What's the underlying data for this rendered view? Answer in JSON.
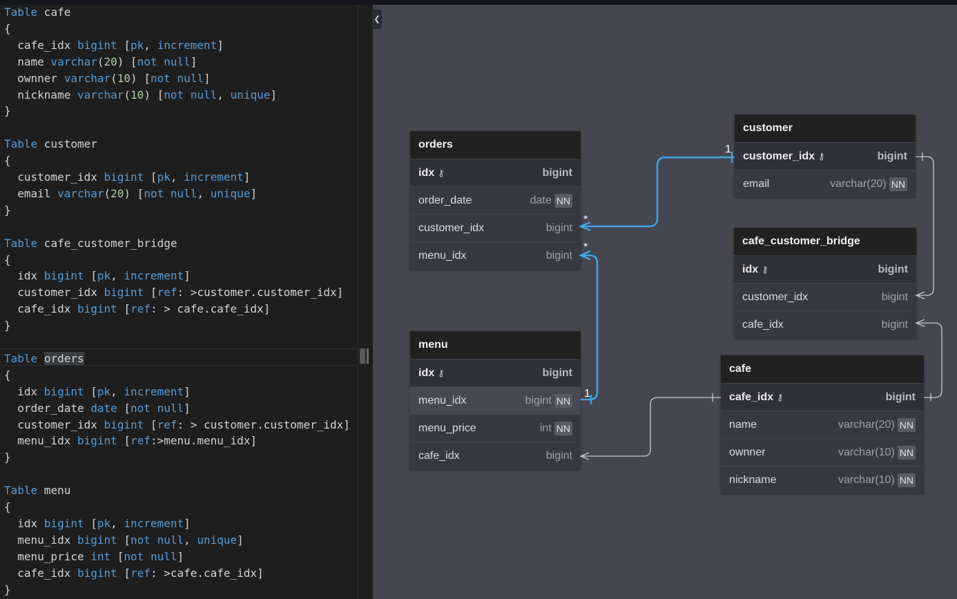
{
  "editor": {
    "lines": [
      [
        {
          "t": "Table",
          "c": "kw"
        },
        {
          "t": " cafe"
        }
      ],
      [
        {
          "t": "{"
        }
      ],
      [
        {
          "t": "  cafe_idx "
        },
        {
          "t": "bigint",
          "c": "kw"
        },
        {
          "t": " ["
        },
        {
          "t": "pk",
          "c": "kw"
        },
        {
          "t": ", "
        },
        {
          "t": "increment",
          "c": "kw"
        },
        {
          "t": "]"
        }
      ],
      [
        {
          "t": "  name "
        },
        {
          "t": "varchar",
          "c": "kw"
        },
        {
          "t": "("
        },
        {
          "t": "20",
          "c": "num"
        },
        {
          "t": ") ["
        },
        {
          "t": "not null",
          "c": "kw"
        },
        {
          "t": "]"
        }
      ],
      [
        {
          "t": "  ownner "
        },
        {
          "t": "varchar",
          "c": "kw"
        },
        {
          "t": "("
        },
        {
          "t": "10",
          "c": "num"
        },
        {
          "t": ") ["
        },
        {
          "t": "not null",
          "c": "kw"
        },
        {
          "t": "]"
        }
      ],
      [
        {
          "t": "  nickname "
        },
        {
          "t": "varchar",
          "c": "kw"
        },
        {
          "t": "("
        },
        {
          "t": "10",
          "c": "num"
        },
        {
          "t": ") ["
        },
        {
          "t": "not null",
          "c": "kw"
        },
        {
          "t": ", "
        },
        {
          "t": "unique",
          "c": "kw"
        },
        {
          "t": "]"
        }
      ],
      [
        {
          "t": "}"
        }
      ],
      [],
      [
        {
          "t": "Table",
          "c": "kw"
        },
        {
          "t": " customer"
        }
      ],
      [
        {
          "t": "{"
        }
      ],
      [
        {
          "t": "  customer_idx "
        },
        {
          "t": "bigint",
          "c": "kw"
        },
        {
          "t": " ["
        },
        {
          "t": "pk",
          "c": "kw"
        },
        {
          "t": ", "
        },
        {
          "t": "increment",
          "c": "kw"
        },
        {
          "t": "]"
        }
      ],
      [
        {
          "t": "  email "
        },
        {
          "t": "varchar",
          "c": "kw"
        },
        {
          "t": "("
        },
        {
          "t": "20",
          "c": "num"
        },
        {
          "t": ") ["
        },
        {
          "t": "not null",
          "c": "kw"
        },
        {
          "t": ", "
        },
        {
          "t": "unique",
          "c": "kw"
        },
        {
          "t": "]"
        }
      ],
      [
        {
          "t": "}"
        }
      ],
      [],
      [
        {
          "t": "Table",
          "c": "kw"
        },
        {
          "t": " cafe_customer_bridge"
        }
      ],
      [
        {
          "t": "{"
        }
      ],
      [
        {
          "t": "  idx "
        },
        {
          "t": "bigint",
          "c": "kw"
        },
        {
          "t": " ["
        },
        {
          "t": "pk",
          "c": "kw"
        },
        {
          "t": ", "
        },
        {
          "t": "increment",
          "c": "kw"
        },
        {
          "t": "]"
        }
      ],
      [
        {
          "t": "  customer_idx "
        },
        {
          "t": "bigint",
          "c": "kw"
        },
        {
          "t": " ["
        },
        {
          "t": "ref",
          "c": "kw"
        },
        {
          "t": ": >customer.customer_idx]"
        }
      ],
      [
        {
          "t": "  cafe_idx "
        },
        {
          "t": "bigint",
          "c": "kw"
        },
        {
          "t": " ["
        },
        {
          "t": "ref",
          "c": "kw"
        },
        {
          "t": ": > cafe.cafe_idx]"
        }
      ],
      [
        {
          "t": "}"
        }
      ],
      [],
      [
        {
          "t": "Table",
          "c": "kw"
        },
        {
          "t": " "
        },
        {
          "t": "orders",
          "c": "hl"
        }
      ],
      [
        {
          "t": "{"
        }
      ],
      [
        {
          "t": "  idx "
        },
        {
          "t": "bigint",
          "c": "kw"
        },
        {
          "t": " ["
        },
        {
          "t": "pk",
          "c": "kw"
        },
        {
          "t": ", "
        },
        {
          "t": "increment",
          "c": "kw"
        },
        {
          "t": "]"
        }
      ],
      [
        {
          "t": "  order_date "
        },
        {
          "t": "date",
          "c": "kw"
        },
        {
          "t": " ["
        },
        {
          "t": "not null",
          "c": "kw"
        },
        {
          "t": "]"
        }
      ],
      [
        {
          "t": "  customer_idx "
        },
        {
          "t": "bigint",
          "c": "kw"
        },
        {
          "t": " ["
        },
        {
          "t": "ref",
          "c": "kw"
        },
        {
          "t": ": > customer.customer_idx]"
        }
      ],
      [
        {
          "t": "  menu_idx "
        },
        {
          "t": "bigint",
          "c": "kw"
        },
        {
          "t": " ["
        },
        {
          "t": "ref",
          "c": "kw"
        },
        {
          "t": ":>menu.menu_idx]"
        }
      ],
      [
        {
          "t": "}"
        }
      ],
      [],
      [
        {
          "t": "Table",
          "c": "kw"
        },
        {
          "t": " menu"
        }
      ],
      [
        {
          "t": "{"
        }
      ],
      [
        {
          "t": "  idx "
        },
        {
          "t": "bigint",
          "c": "kw"
        },
        {
          "t": " ["
        },
        {
          "t": "pk",
          "c": "kw"
        },
        {
          "t": ", "
        },
        {
          "t": "increment",
          "c": "kw"
        },
        {
          "t": "]"
        }
      ],
      [
        {
          "t": "  menu_idx "
        },
        {
          "t": "bigint",
          "c": "kw"
        },
        {
          "t": " ["
        },
        {
          "t": "not null",
          "c": "kw"
        },
        {
          "t": ", "
        },
        {
          "t": "unique",
          "c": "kw"
        },
        {
          "t": "]"
        }
      ],
      [
        {
          "t": "  menu_price "
        },
        {
          "t": "int",
          "c": "kw"
        },
        {
          "t": " ["
        },
        {
          "t": "not null",
          "c": "kw"
        },
        {
          "t": "]"
        }
      ],
      [
        {
          "t": "  cafe_idx "
        },
        {
          "t": "bigint",
          "c": "kw"
        },
        {
          "t": " ["
        },
        {
          "t": "ref",
          "c": "kw"
        },
        {
          "t": ": >cafe.cafe_idx]"
        }
      ],
      [
        {
          "t": "}"
        }
      ]
    ]
  },
  "collapse_icon": "chevron-left-icon",
  "key_icon": "key-icon",
  "colors": {
    "selected_edge": "#3ea3e6",
    "edge": "#c8cad0",
    "canvas": "#45464f",
    "editor": "#1e1e1e",
    "keyword": "#569cd6",
    "number": "#b5cea8"
  },
  "tables": [
    {
      "id": "orders",
      "name": "orders",
      "fields": [
        {
          "name": "idx",
          "type": "bigint",
          "pk": true,
          "nn": false
        },
        {
          "name": "order_date",
          "type": "date",
          "pk": false,
          "nn": true
        },
        {
          "name": "customer_idx",
          "type": "bigint",
          "pk": false,
          "nn": false
        },
        {
          "name": "menu_idx",
          "type": "bigint",
          "pk": false,
          "nn": false
        }
      ]
    },
    {
      "id": "customer",
      "name": "customer",
      "fields": [
        {
          "name": "customer_idx",
          "type": "bigint",
          "pk": true,
          "nn": false
        },
        {
          "name": "email",
          "type": "varchar(20)",
          "pk": false,
          "nn": true
        }
      ]
    },
    {
      "id": "bridge",
      "name": "cafe_customer_bridge",
      "fields": [
        {
          "name": "idx",
          "type": "bigint",
          "pk": true,
          "nn": false
        },
        {
          "name": "customer_idx",
          "type": "bigint",
          "pk": false,
          "nn": false
        },
        {
          "name": "cafe_idx",
          "type": "bigint",
          "pk": false,
          "nn": false
        }
      ]
    },
    {
      "id": "menu",
      "name": "menu",
      "fields": [
        {
          "name": "idx",
          "type": "bigint",
          "pk": true,
          "nn": false
        },
        {
          "name": "menu_idx",
          "type": "bigint",
          "pk": false,
          "nn": true,
          "selected": true
        },
        {
          "name": "menu_price",
          "type": "int",
          "pk": false,
          "nn": true
        },
        {
          "name": "cafe_idx",
          "type": "bigint",
          "pk": false,
          "nn": false
        }
      ]
    },
    {
      "id": "cafe",
      "name": "cafe",
      "fields": [
        {
          "name": "cafe_idx",
          "type": "bigint",
          "pk": true,
          "nn": false
        },
        {
          "name": "name",
          "type": "varchar(20)",
          "pk": false,
          "nn": true
        },
        {
          "name": "ownner",
          "type": "varchar(10)",
          "pk": false,
          "nn": true
        },
        {
          "name": "nickname",
          "type": "varchar(10)",
          "pk": false,
          "nn": true
        }
      ]
    }
  ],
  "nn_label": "NN",
  "relations": [
    {
      "from": "orders.customer_idx",
      "to": "customer.customer_idx",
      "from_card": "*",
      "to_card": "1",
      "selected": true
    },
    {
      "from": "orders.menu_idx",
      "to": "menu.menu_idx",
      "from_card": "*",
      "to_card": "1",
      "selected": true
    },
    {
      "from": "cafe_customer_bridge.customer_idx",
      "to": "customer.customer_idx",
      "selected": false
    },
    {
      "from": "cafe_customer_bridge.cafe_idx",
      "to": "cafe.cafe_idx",
      "selected": false
    },
    {
      "from": "menu.cafe_idx",
      "to": "cafe.cafe_idx",
      "selected": false
    }
  ]
}
